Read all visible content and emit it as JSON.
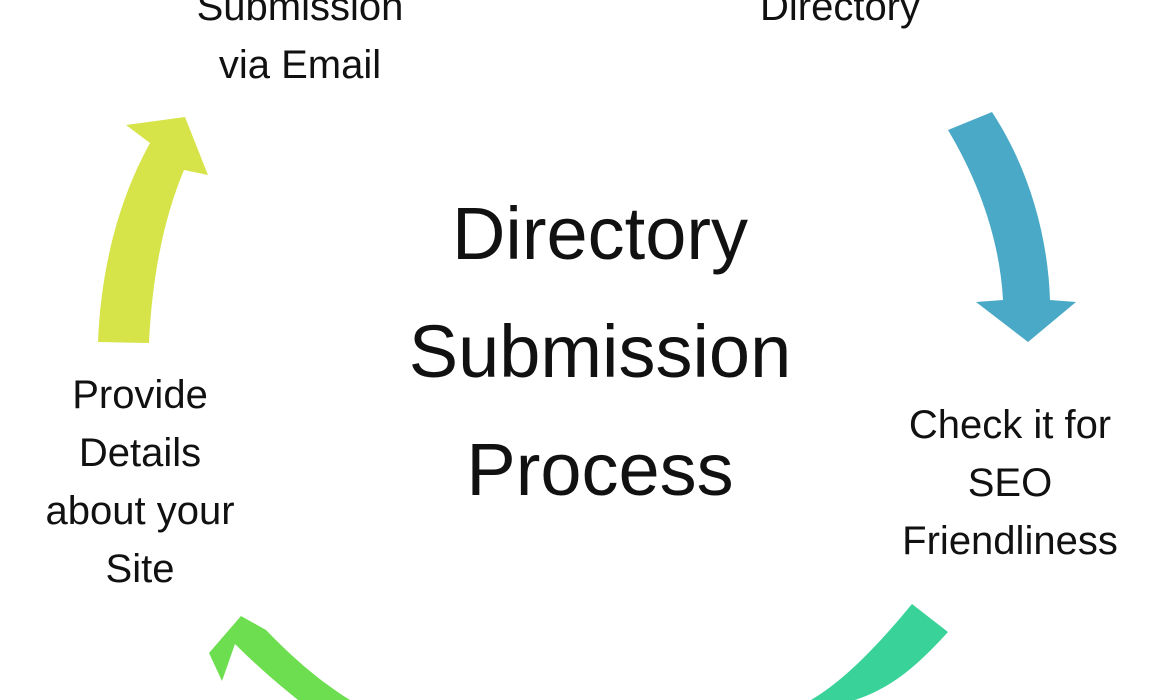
{
  "diagram": {
    "center_title_lines": [
      "Directory",
      "Submission",
      "Process"
    ],
    "steps": {
      "top_left_lines": [
        "Submission",
        "via Email"
      ],
      "top_right_lines": [
        "Directory"
      ],
      "right_lines": [
        "Check it for",
        "SEO",
        "Friendliness"
      ],
      "left_lines": [
        "Provide",
        "Details",
        "about your",
        "Site"
      ]
    }
  },
  "colors": {
    "background": "#ffffff",
    "text": "#111111",
    "arrow_blue": "#4aa9c6",
    "arrow_teal": "#39d39a",
    "arrow_green": "#6dde4f",
    "arrow_yellow": "#d6e44a"
  },
  "icons": {
    "blue_arrow": "curved-down-arrow-icon",
    "teal_arrow": "curved-arrow-icon",
    "green_arrow": "curved-left-arrow-icon",
    "yellow_arrow": "curved-up-arrow-icon"
  }
}
